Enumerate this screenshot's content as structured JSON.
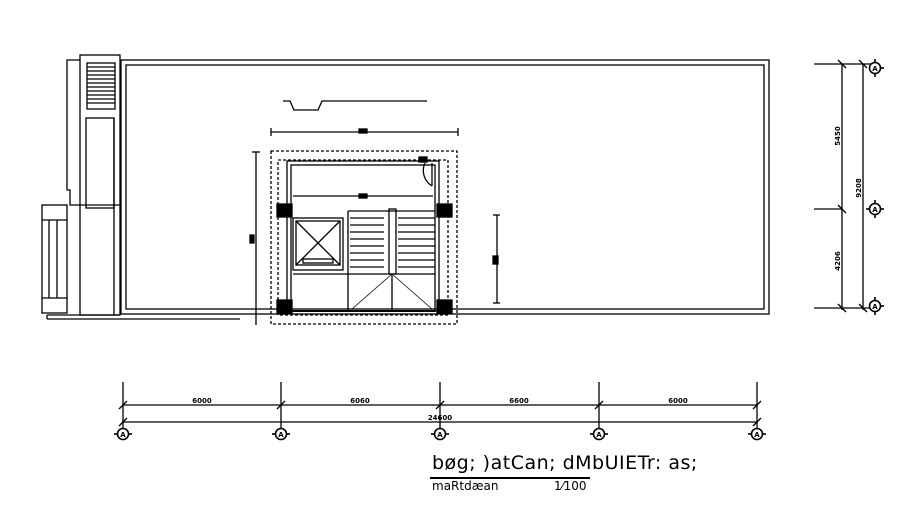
{
  "drawing": {
    "type": "architectural-floor-plan",
    "title": "bøg; )atCan; dMbUIETr: as;",
    "subtitle_left": "maRtdæan",
    "scale": "1⁄100",
    "stroke_color": "#000000",
    "background": "#ffffff"
  },
  "dimensions": {
    "horizontal": {
      "segments": [
        "6000",
        "6060",
        "6600",
        "6000"
      ],
      "total": "24600",
      "grid_axes": [
        "A",
        "A",
        "A",
        "A",
        "A"
      ]
    },
    "vertical": {
      "segments": [
        "5450",
        "4206"
      ],
      "total": "9208",
      "grid_axes": [
        "A",
        "A",
        "A"
      ]
    }
  }
}
